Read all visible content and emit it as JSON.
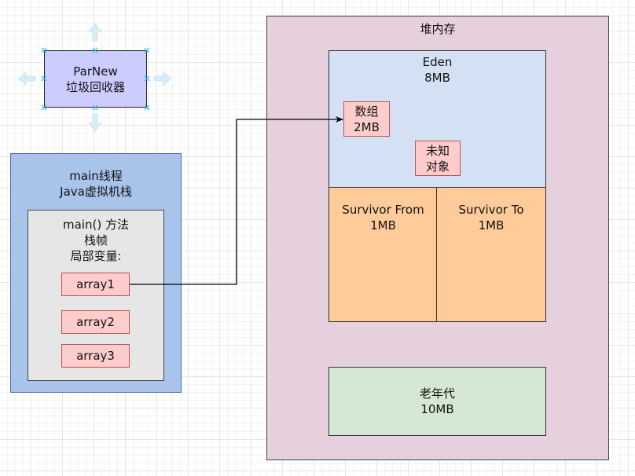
{
  "parnew": {
    "line1": "ParNew",
    "line2": "垃圾回收器"
  },
  "jvm_stack": {
    "title_line1": "main线程",
    "title_line2": "Java虚拟机栈",
    "frame": {
      "line1": "main() 方法",
      "line2": "栈帧",
      "line3": "局部变量:",
      "vars": [
        "array1",
        "array2",
        "array3"
      ]
    }
  },
  "heap": {
    "title": "堆内存",
    "eden": {
      "name": "Eden",
      "size": "8MB",
      "obj1_line1": "数组",
      "obj1_line2": "2MB",
      "obj2_line1": "未知",
      "obj2_line2": "对象"
    },
    "survivor_from": {
      "name": "Survivor From",
      "size": "1MB"
    },
    "survivor_to": {
      "name": "Survivor To",
      "size": "1MB"
    },
    "old_gen": {
      "name": "老年代",
      "size": "10MB"
    }
  },
  "colors": {
    "parnew_fill": "#ccccff",
    "stack_fill": "#a9c4eb",
    "frame_fill": "#e6e6e6",
    "var_fill": "#ffcccc",
    "heap_fill": "#e6d0de",
    "eden_fill": "#d4e1f5",
    "survivor_fill": "#ffcc99",
    "oldgen_fill": "#d5e8d4",
    "selection": "#29b6f2"
  }
}
